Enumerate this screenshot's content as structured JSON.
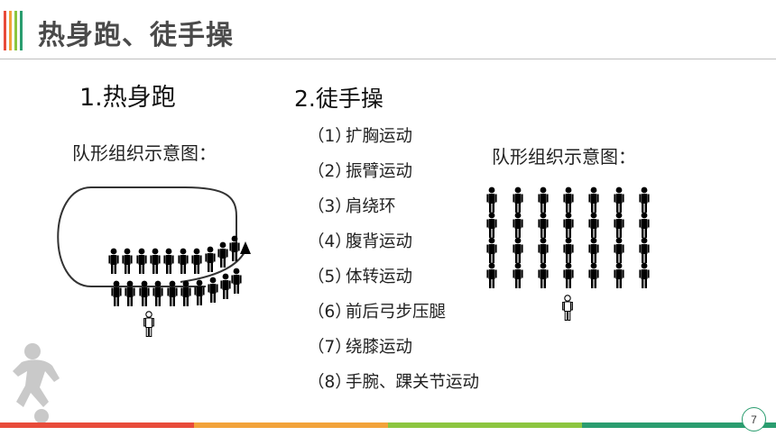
{
  "slide": {
    "title": "热身跑、徒手操",
    "page_number": "7",
    "accent_colors": [
      "#e84b3a",
      "#f2a33a",
      "#8cc63f",
      "#2a9d6f"
    ]
  },
  "section1": {
    "heading": "1.热身跑",
    "caption": "队形组织示意图："
  },
  "section2": {
    "heading": "2.徒手操",
    "caption": "队形组织示意图：",
    "exercises": [
      {
        "num": "（1）",
        "name": "扩胸运动"
      },
      {
        "num": "（2）",
        "name": "振臂运动"
      },
      {
        "num": "（3）",
        "name": "肩绕环"
      },
      {
        "num": "（4）",
        "name": "腹背运动"
      },
      {
        "num": "（5）",
        "name": "体转运动"
      },
      {
        "num": "（6）",
        "name": "前后弓步压腿"
      },
      {
        "num": "（7）",
        "name": "绕膝运动"
      },
      {
        "num": "（8）",
        "name": "手腕、踝关节运动"
      }
    ]
  }
}
